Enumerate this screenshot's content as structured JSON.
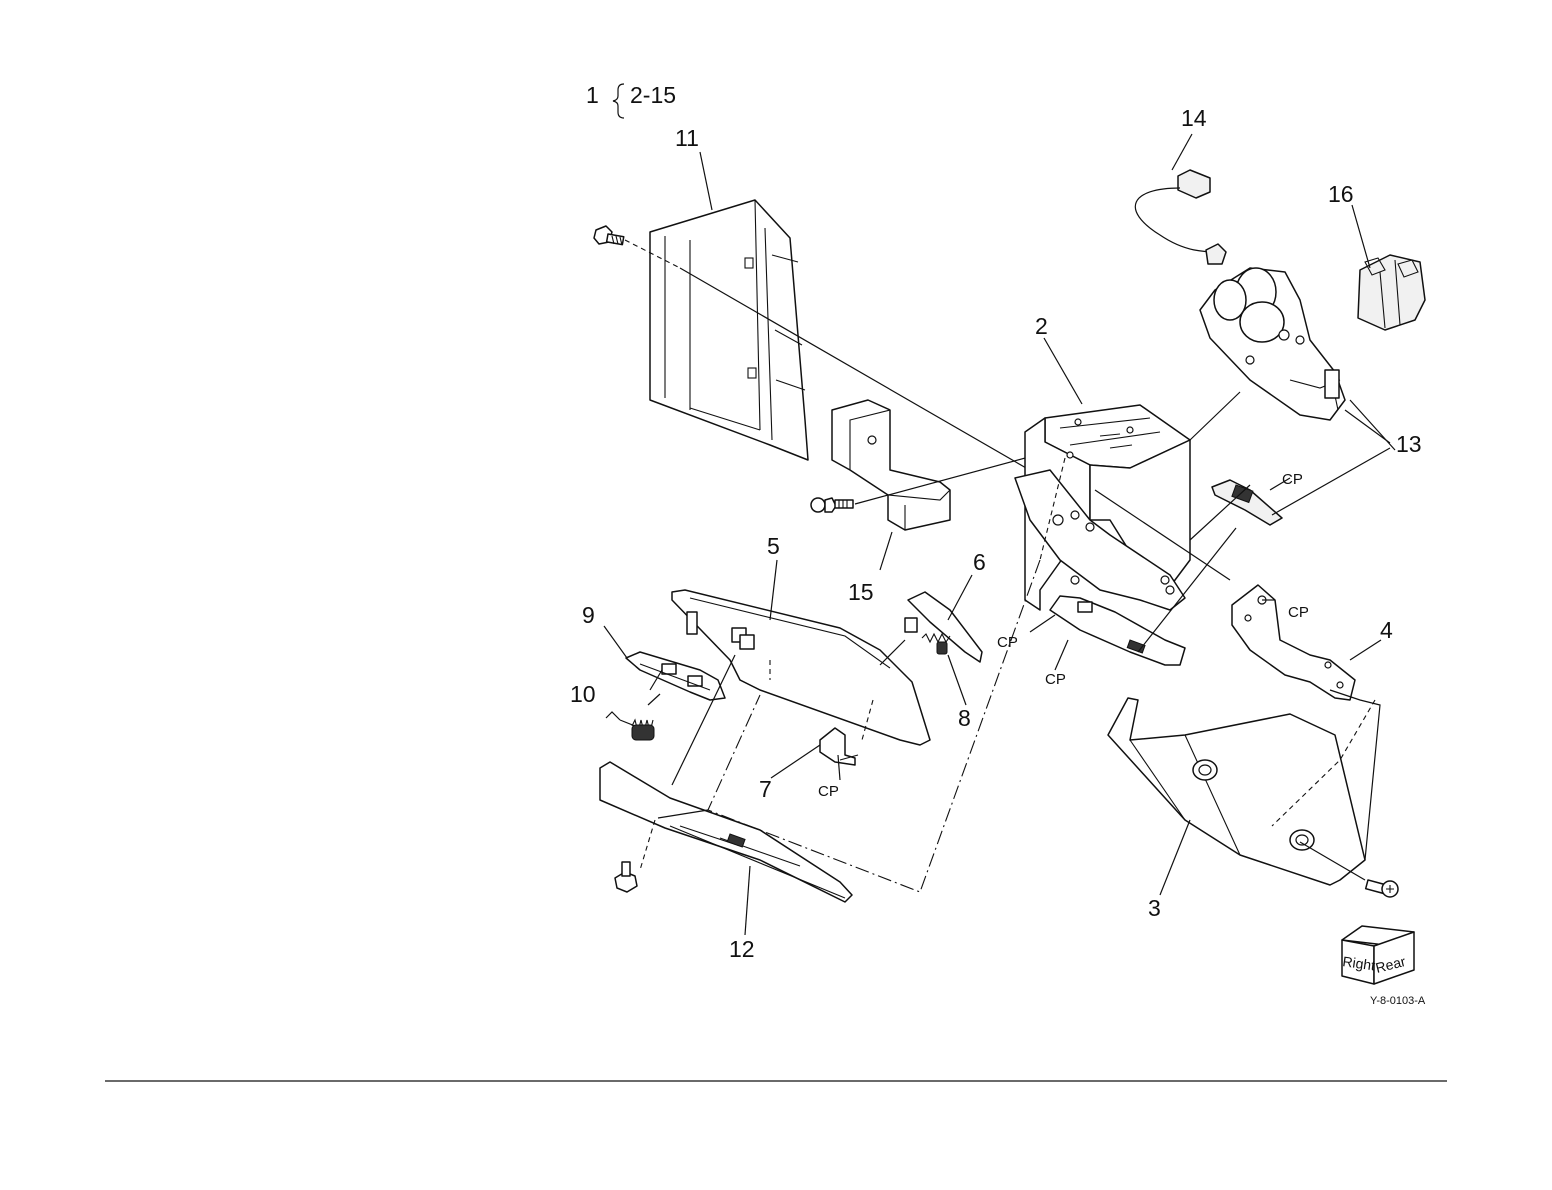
{
  "header": {
    "assembly_number": "1",
    "assembly_range": "2-15"
  },
  "callouts": {
    "c2": "2",
    "c3": "3",
    "c4": "4",
    "c5": "5",
    "c6": "6",
    "c7": "7",
    "c8": "8",
    "c9": "9",
    "c10": "10",
    "c11": "11",
    "c12": "12",
    "c13": "13",
    "c14": "14",
    "c15": "15",
    "c16": "16"
  },
  "cp_labels": {
    "cp_right_top": "CP",
    "cp_right_mid": "CP",
    "cp_center_left": "CP",
    "cp_center_low": "CP",
    "cp_lower_left": "CP"
  },
  "orientation_cube": {
    "left_face": "Right",
    "front_face": "Rear"
  },
  "figure_code": "Y-8-0103-A"
}
